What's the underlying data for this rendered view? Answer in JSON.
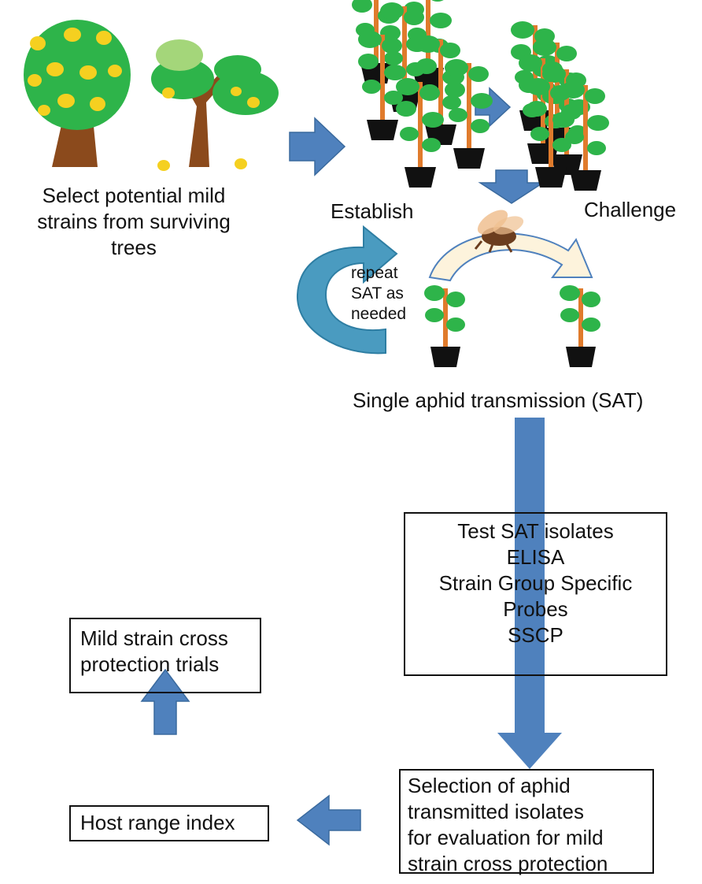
{
  "colors": {
    "arrow_blue": "#4f81bd",
    "arrow_blue_dark": "#3a6a9e",
    "teal_arrow": "#4a9bc0",
    "foliage_green": "#2eb44a",
    "fruit_yellow": "#f5d020",
    "trunk_brown": "#8b4a1c",
    "stake_orange": "#e07b2c",
    "pot_black": "#111111",
    "cream_arrow": "#fdf3dc",
    "box_border": "#111111"
  },
  "steps": {
    "select": [
      "Select potential mild",
      "strains from surviving",
      "trees"
    ],
    "establish": "Establish",
    "challenge": "Challenge",
    "repeat": [
      "repeat",
      "SAT as",
      "needed"
    ],
    "sat": "Single aphid transmission (SAT)",
    "test_box": [
      "Test SAT isolates",
      "ELISA",
      "Strain Group Specific",
      "Probes",
      "SSCP"
    ],
    "selection_box": [
      "Selection of aphid",
      "transmitted isolates",
      "for evaluation for mild",
      "strain cross protection"
    ],
    "host_box": "Host range index",
    "trials_box": [
      "Mild strain cross",
      "protection trials"
    ]
  },
  "icons": [
    "healthy-tree-icon",
    "declining-tree-icon",
    "potted-seedling-icon",
    "aphid-icon",
    "cycle-arrow-icon",
    "block-arrow-icon"
  ]
}
